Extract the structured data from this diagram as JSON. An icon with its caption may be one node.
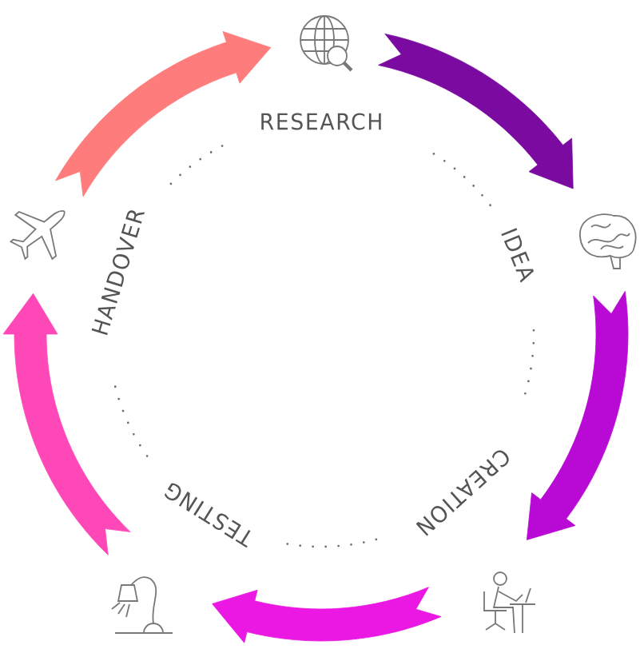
{
  "diagram": {
    "nodes": [
      {
        "text": [],
        "shape": "picture"
      },
      {
        "text": [],
        "shape": "picture"
      },
      {
        "text": [],
        "shape": "picture"
      },
      {
        "text": [],
        "shape": "picture"
      },
      {
        "text": [],
        "shape": "picture"
      }
    ],
    "edges": [
      {
        "from": 0,
        "to": 1,
        "arrow": "to",
        "color": "#7a0aa0"
      },
      {
        "from": 1,
        "to": 2,
        "arrow": "to",
        "color": "#b80ad4"
      },
      {
        "from": 2,
        "to": 3,
        "arrow": "to",
        "color": "#ea18e2"
      },
      {
        "from": 3,
        "to": 4,
        "arrow": "to",
        "color": "#ff48b8"
      },
      {
        "from": 4,
        "to": 0,
        "arrow": "to",
        "color": "#ff7c7c"
      }
    ],
    "labels": [
      "RESEARCH",
      "IDEA",
      "CREATION",
      "TESTING",
      "HANDOVER"
    ]
  }
}
